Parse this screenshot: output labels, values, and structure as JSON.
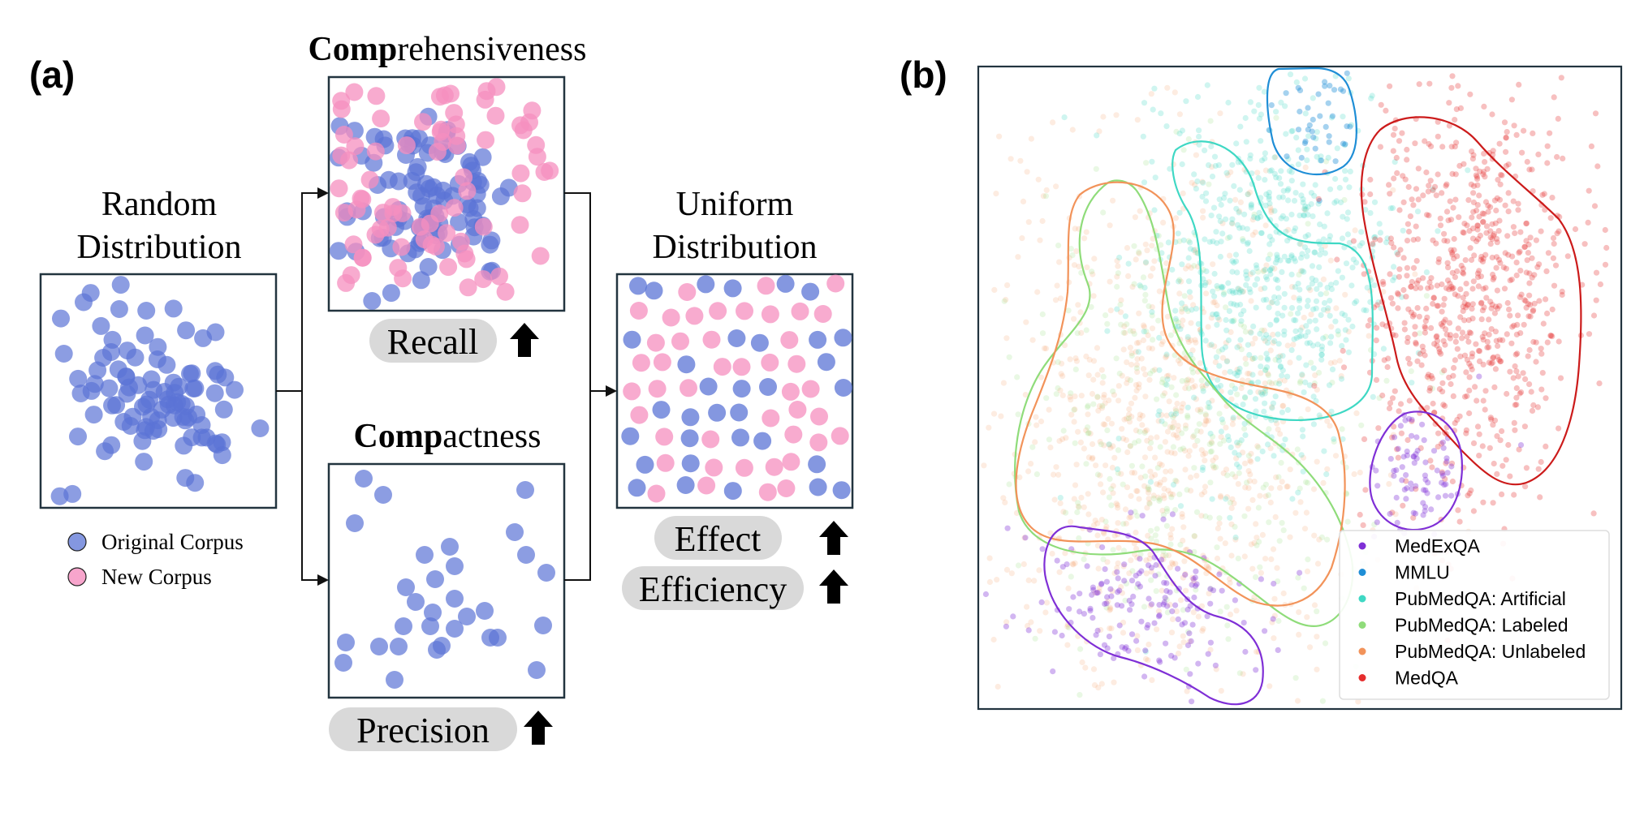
{
  "panel_a": {
    "label": "(a)",
    "random_title_line1": "Random",
    "random_title_line2": "Distribution",
    "comprehensiveness_bold": "Comp",
    "comprehensiveness_rest": "rehensiveness",
    "compactness_bold": "Comp",
    "compactness_rest": "actness",
    "uniform_title_line1": "Uniform",
    "uniform_title_line2": "Distribution",
    "recall_label": "Recall",
    "precision_label": "Precision",
    "effect_label": "Effect",
    "efficiency_label": "Efficiency",
    "legend_original": "Original Corpus",
    "legend_new": "New Corpus"
  },
  "panel_b": {
    "label": "(b)",
    "legend": [
      {
        "label": "MedExQA",
        "color": "#7f2fd6"
      },
      {
        "label": "MMLU",
        "color": "#1f8ed6"
      },
      {
        "label": "PubMedQA: Artificial",
        "color": "#3fd8c4"
      },
      {
        "label": "PubMedQA: Labeled",
        "color": "#8fdc7a"
      },
      {
        "label": "PubMedQA: Unlabeled",
        "color": "#f2935a"
      },
      {
        "label": "MedQA",
        "color": "#e62d2d"
      }
    ]
  },
  "colors": {
    "original_corpus": "#5b74d6",
    "new_corpus": "#f58fbf",
    "box_border": "#22343f",
    "pill_bg": "#d9d9d9"
  }
}
